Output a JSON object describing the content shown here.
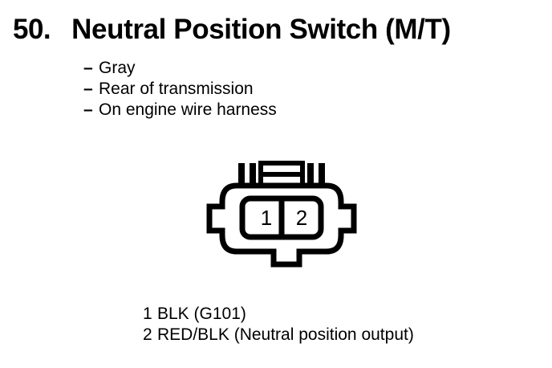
{
  "page": {
    "background_color": "#ffffff",
    "ink_color": "#000000"
  },
  "header": {
    "number": "50.",
    "title": "Neutral Position Switch (M/T)"
  },
  "spec_list": {
    "dash": "–",
    "items": [
      {
        "label": "Gray"
      },
      {
        "label": "Rear of transmission"
      },
      {
        "label": "On engine wire harness"
      }
    ]
  },
  "connector": {
    "name": "2-pin connector face view",
    "cavity_count": 2,
    "pins": [
      {
        "number": "1"
      },
      {
        "number": "2"
      }
    ]
  },
  "pin_legend": {
    "rows": [
      {
        "number": "1",
        "description": "BLK (G101)"
      },
      {
        "number": "2",
        "description": "RED/BLK (Neutral position output)"
      }
    ]
  }
}
